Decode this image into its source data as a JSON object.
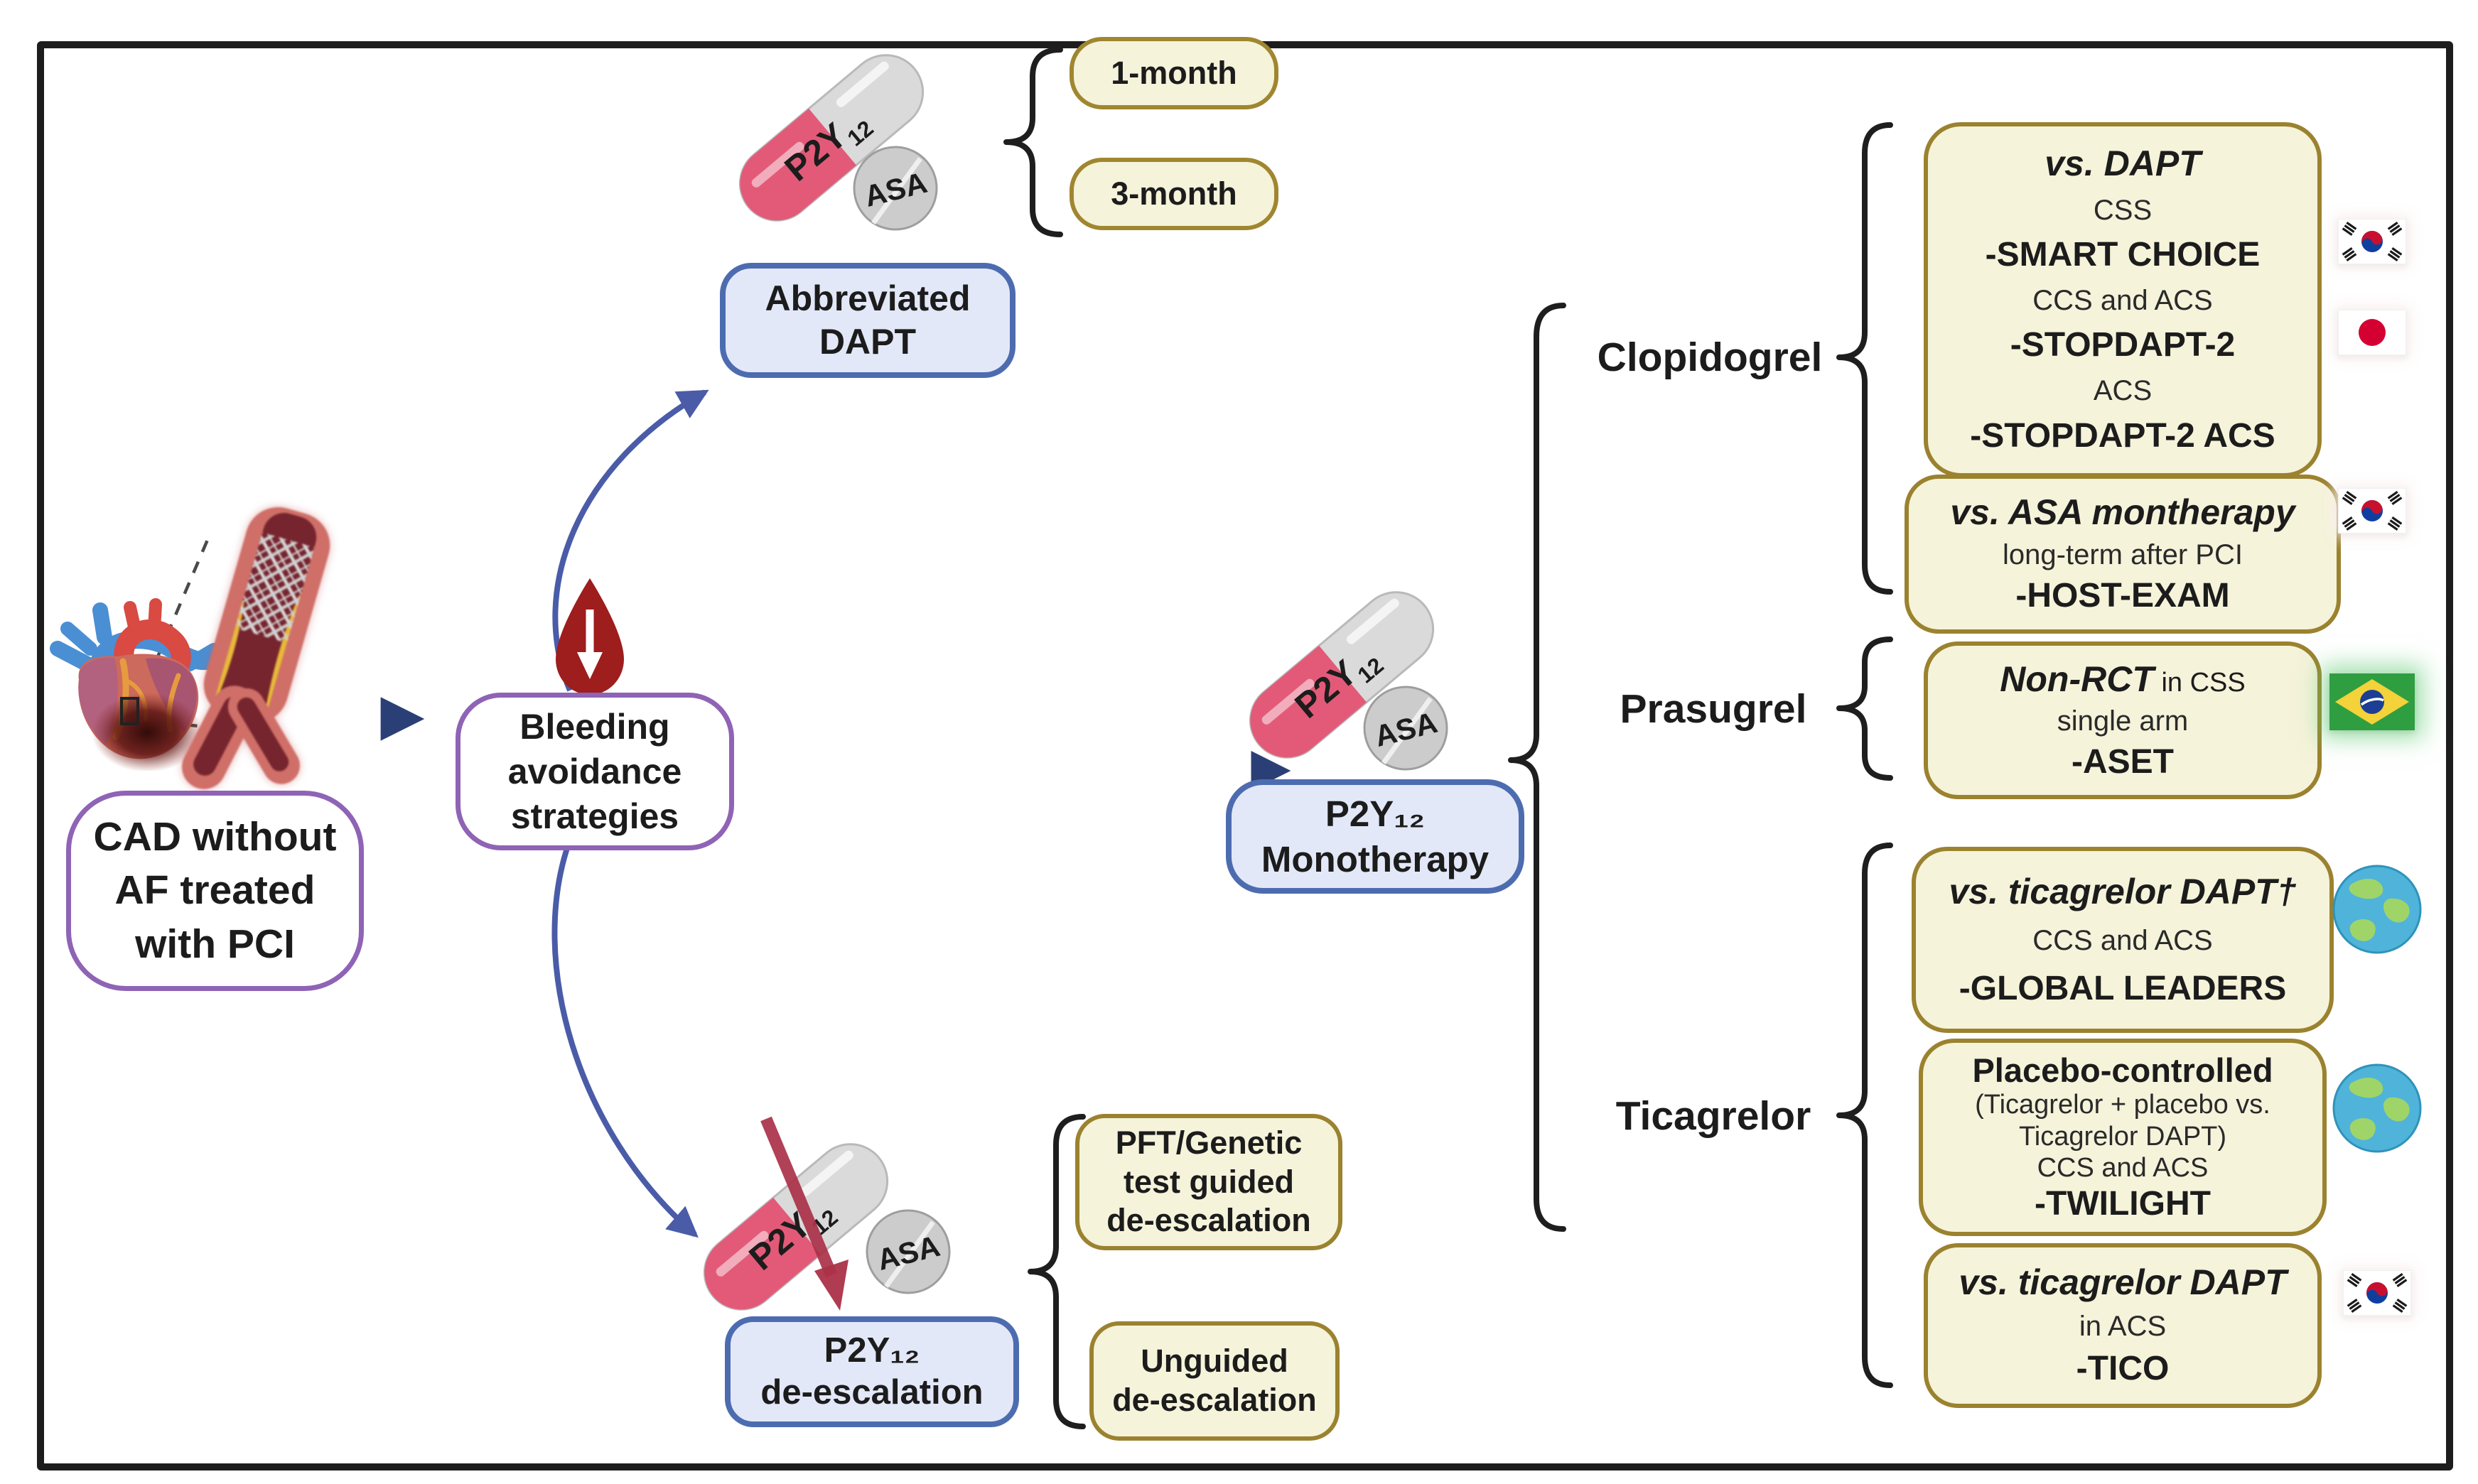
{
  "cad_box": "CAD without\nAF treated\nwith PCI",
  "bleeding_box": "Bleeding\navoidance\nstrategies",
  "abbreviated_dapt_box": "Abbreviated\nDAPT",
  "duration_badges": {
    "one_month": "1-month",
    "three_month": "3-month"
  },
  "monotherapy_box": "P2Y₁₂\nMonotherapy",
  "deescalation_box": "P2Y₁₂\nde-escalation",
  "pft_box": "PFT/Genetic\ntest guided\nde-escalation",
  "unguided_box": "Unguided\nde-escalation",
  "pill": {
    "p2y12": "P2Y",
    "p2y12_sub": "12",
    "asa": "ASA"
  },
  "trials": {
    "clopidogrel": {
      "label": "Clopidogrel",
      "vs_dapt": {
        "title": "vs. DAPT",
        "l1": "CSS",
        "l2": "-SMART CHOICE",
        "l3": "CCS and ACS",
        "l4": "-STOPDAPT-2",
        "l5": "ACS",
        "l6": "-STOPDAPT-2 ACS"
      },
      "vs_asa": {
        "title": "vs. ASA montherapy",
        "l1": "long-term after PCI",
        "l2": "-HOST-EXAM"
      }
    },
    "prasugrel": {
      "label": "Prasugrel",
      "non_rct": {
        "title": "Non-RCT",
        "title_suffix": " in CSS",
        "l1": "single arm",
        "l2": "-ASET"
      }
    },
    "ticagrelor": {
      "label": "Ticagrelor",
      "vs_tica_dapt": {
        "title": "vs. ticagrelor DAPT†",
        "l1": "CCS and ACS",
        "l2": "-GLOBAL LEADERS"
      },
      "placebo": {
        "title": "Placebo-controlled",
        "l1": "(Ticagrelor + placebo vs.",
        "l2": "Ticagrelor DAPT)",
        "l3": "CCS and ACS",
        "l4": "-TWILIGHT"
      },
      "vs_tica_acs": {
        "title": "vs. ticagrelor DAPT",
        "l1": "in ACS",
        "l2": "-TICO"
      }
    }
  },
  "region_flags": {
    "vs_dapt": [
      "south-korea",
      "japan"
    ],
    "vs_asa": [
      "south-korea"
    ],
    "non_rct": [
      "brazil"
    ],
    "vs_tica_dapt": [
      "globe"
    ],
    "placebo": [
      "globe"
    ],
    "vs_tica_acs": [
      "south-korea"
    ]
  },
  "colors": {
    "cream_fill": "#f5f3da",
    "cream_border": "#9b822f",
    "blue_fill": "#e3e8f8",
    "blue_border": "#4d6cb0",
    "purple_border": "#8f63b5",
    "arrow_navy": "#2b3f77",
    "arrow_blue": "#4a5ca8",
    "blood_red": "#9e1d1d",
    "capsule_pink": "#e35a78",
    "frame": "#1d1d1d"
  }
}
